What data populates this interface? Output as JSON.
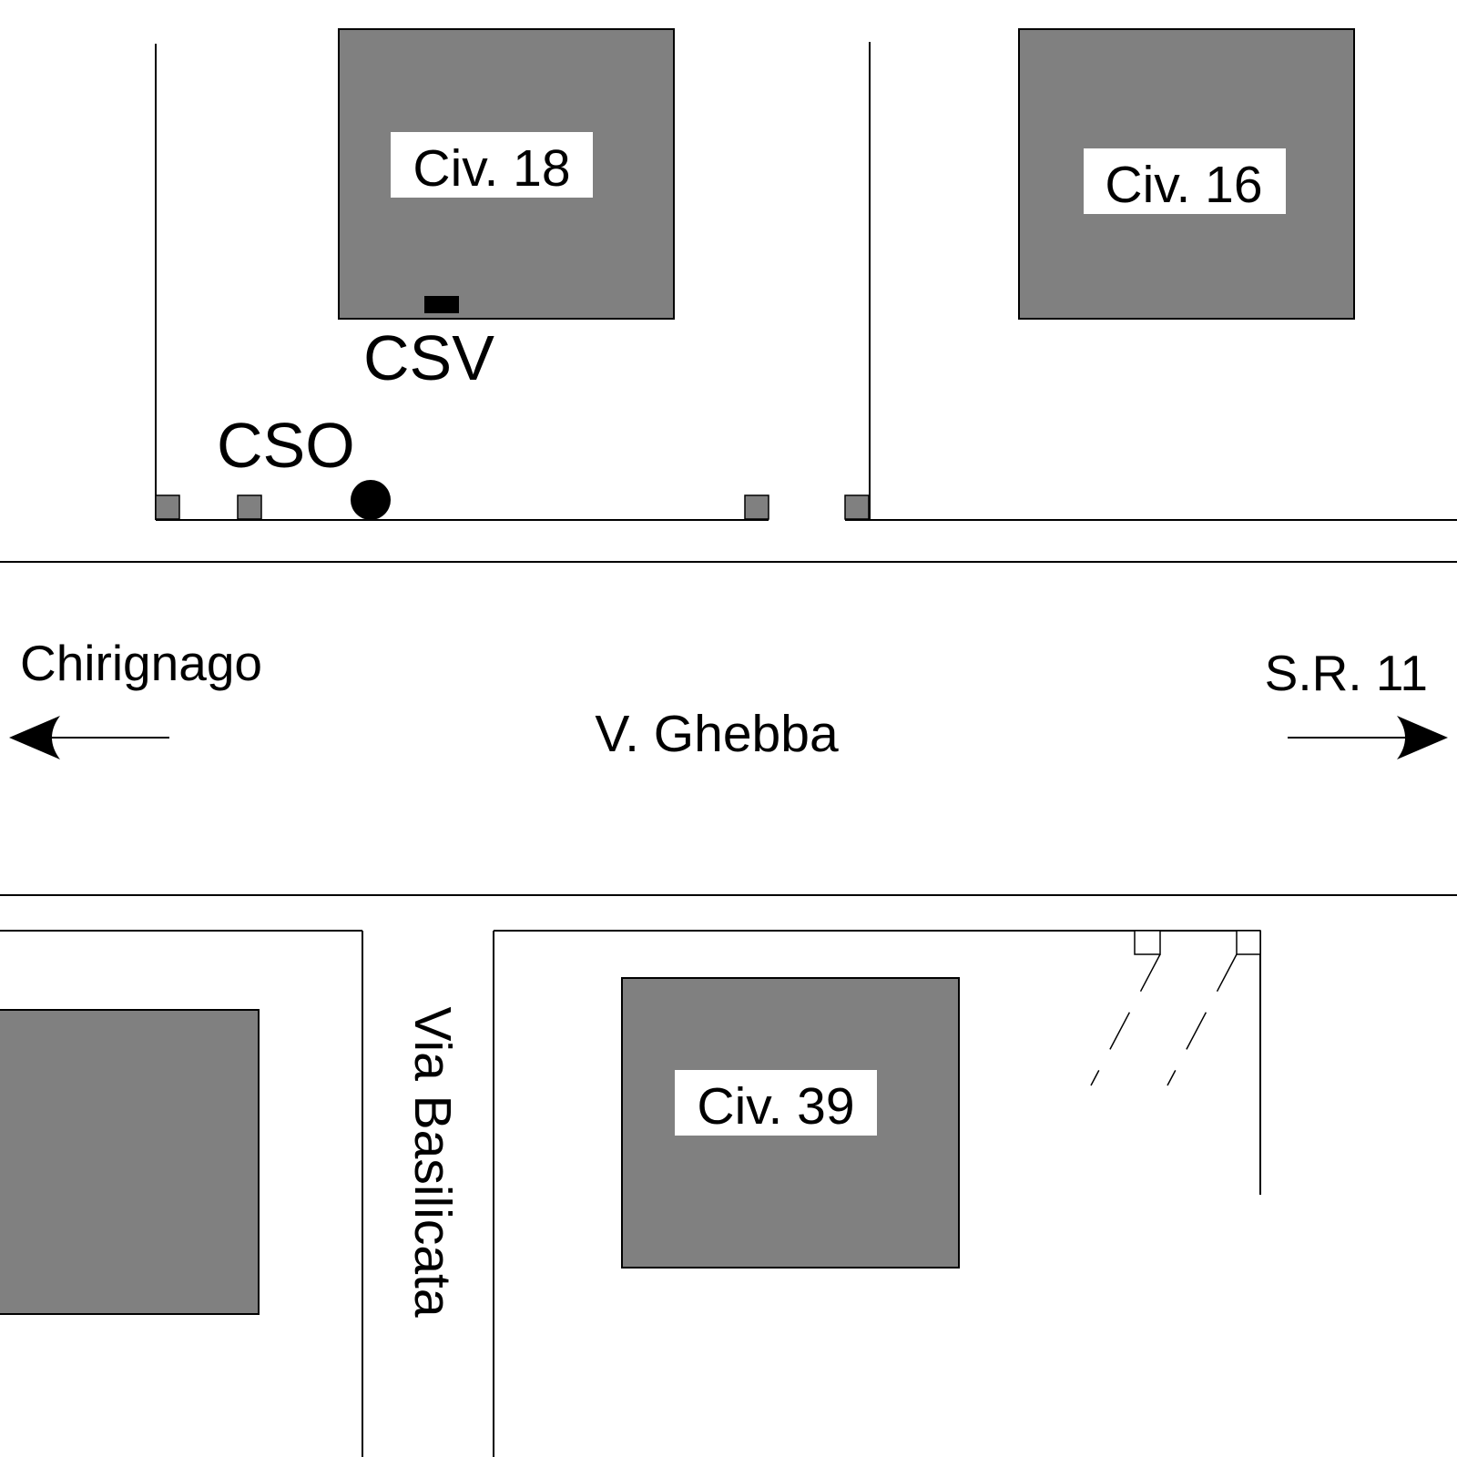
{
  "colors": {
    "building_fill": "#808080",
    "post_fill": "#808080",
    "label_background": "#ffffff",
    "line": "#000000",
    "marker": "#000000"
  },
  "buildings": {
    "civ18": {
      "label": "Civ. 18"
    },
    "civ16": {
      "label": "Civ. 16"
    },
    "civ39": {
      "label": "Civ. 39"
    },
    "unlabeled_west": {
      "label": ""
    }
  },
  "markers": {
    "csv": {
      "label": "CSV",
      "icon": "rectangle-marker-icon"
    },
    "cso": {
      "label": "CSO",
      "icon": "circle-marker-icon"
    }
  },
  "streets": {
    "main": {
      "name": "V. Ghebba"
    },
    "side": {
      "name": "Via Basilicata"
    }
  },
  "directions": {
    "west": {
      "label": "Chirignago",
      "icon": "arrow-left-icon"
    },
    "east": {
      "label": "S.R. 11",
      "icon": "arrow-right-icon"
    }
  }
}
